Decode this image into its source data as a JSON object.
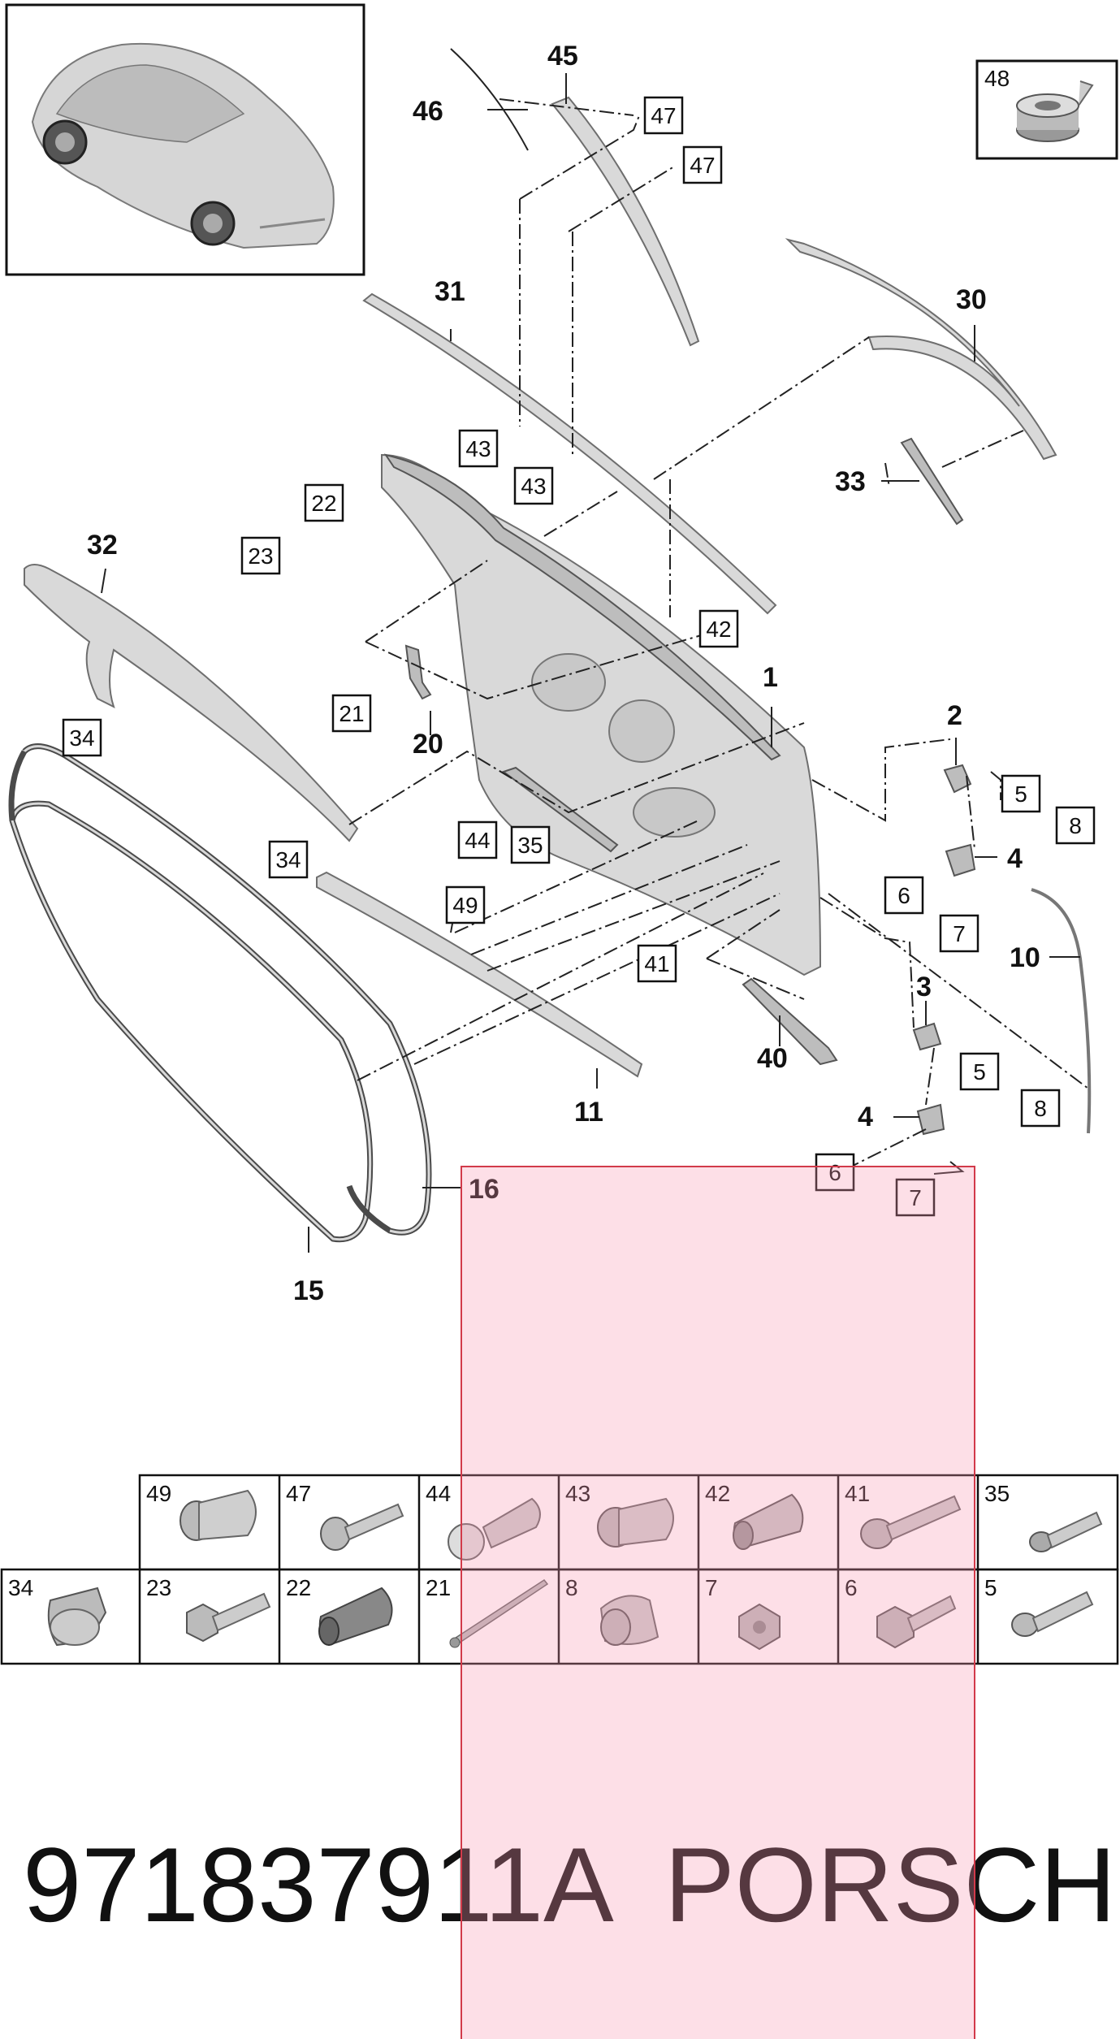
{
  "callouts": {
    "c45": "45",
    "c46": "46",
    "c31": "31",
    "c30": "30",
    "c33": "33",
    "c32": "32",
    "c1": "1",
    "c2": "2",
    "c4a": "4",
    "c3": "3",
    "c4b": "4",
    "c10": "10",
    "c40": "40",
    "c11": "11",
    "c15": "15",
    "c16": "16",
    "c20": "20"
  },
  "boxes": {
    "b47a": "47",
    "b47b": "47",
    "b43a": "43",
    "b43b": "43",
    "b22": "22",
    "b23": "23",
    "b42": "42",
    "b21": "21",
    "b34a": "34",
    "b34b": "34",
    "b44": "44",
    "b49": "49",
    "b35": "35",
    "b41": "41",
    "b5a": "5",
    "b8a": "8",
    "b6a": "6",
    "b7a": "7",
    "b5b": "5",
    "b8b": "8",
    "b6b": "6",
    "b7b": "7"
  },
  "inset_48": "48",
  "fasteners": {
    "row1": [
      "49",
      "47",
      "44",
      "43",
      "42",
      "41",
      "35"
    ],
    "row2": [
      "34",
      "23",
      "22",
      "21",
      "8",
      "7",
      "6",
      "5"
    ]
  },
  "footer": {
    "part_number": "971837911A",
    "brand": "PORSCHE"
  },
  "icons": [
    "car-thumbnail",
    "tape-roll-icon"
  ]
}
